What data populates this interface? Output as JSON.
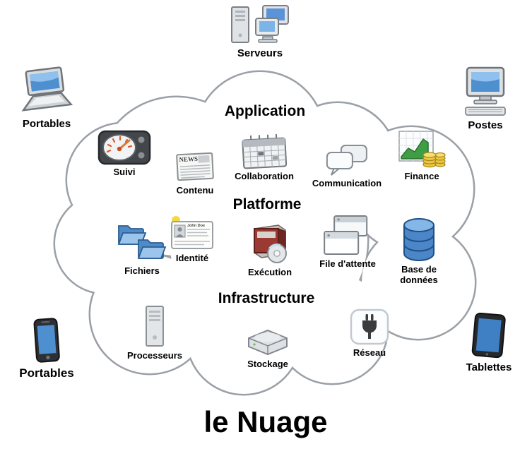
{
  "title": "le Nuage",
  "devices": {
    "serveurs": {
      "label": "Serveurs"
    },
    "portables_top": {
      "label": "Portables"
    },
    "postes": {
      "label": "Postes"
    },
    "portables_bottom": {
      "label": "Portables"
    },
    "tablettes": {
      "label": "Tablettes"
    }
  },
  "layers": {
    "application": "Application",
    "platforme": "Platforme",
    "infrastructure": "Infrastructure"
  },
  "services": {
    "suivi": "Suivi",
    "contenu": "Contenu",
    "collaboration": "Collaboration",
    "communication": "Communication",
    "finance": "Finance",
    "fichiers": "Fichiers",
    "identite": "Identité",
    "execution": "Exécution",
    "file_attente": "File d'attente",
    "base_donnees": "Base de données",
    "processeurs": "Processeurs",
    "stockage": "Stockage",
    "reseau": "Réseau"
  },
  "icon_text": {
    "news": "NEWS",
    "id_name": "John Doe"
  },
  "colors": {
    "cloud_outline": "#9aa0a6",
    "cloud_fill": "#ffffff",
    "label": "#000000",
    "screen_blue": "#4e8fd0",
    "folder_blue": "#4f8cc7",
    "database_blue": "#4a86c8",
    "coin_gold": "#ecc83f",
    "chart_green": "#3f9e43",
    "box_red": "#9b3a32"
  }
}
